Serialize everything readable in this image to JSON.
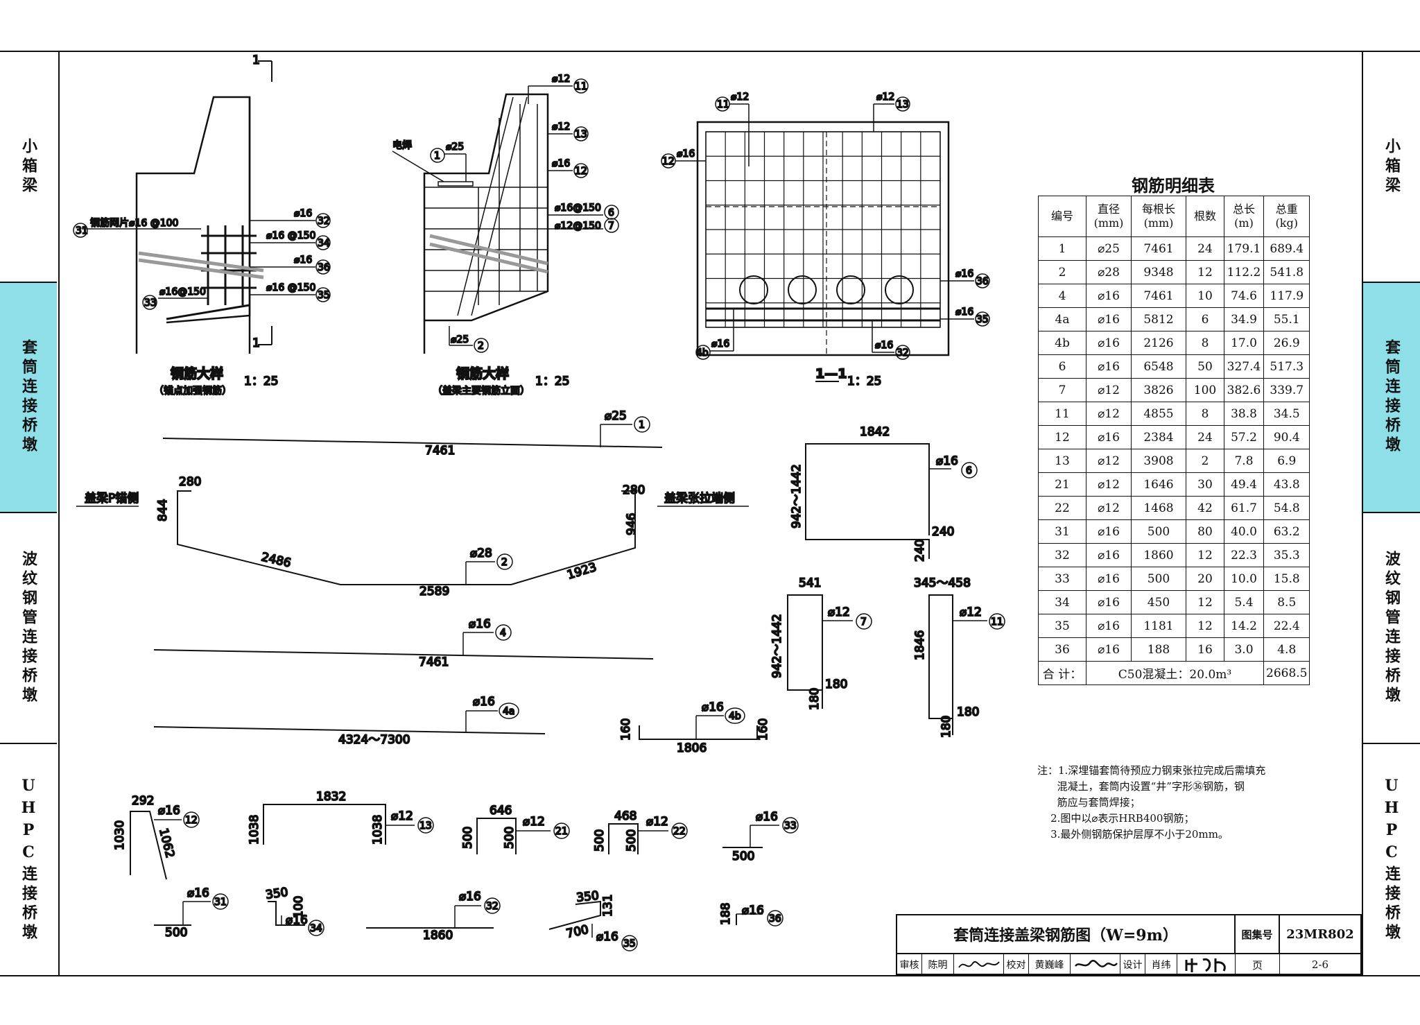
{
  "side_tabs": {
    "left": [
      {
        "label": "小箱梁",
        "active": false
      },
      {
        "label": "套筒连接桥墩",
        "active": true
      },
      {
        "label": "波纹钢管连接桥墩",
        "active": false
      },
      {
        "label": "UHPC连接桥墩",
        "active": false
      }
    ],
    "right": [
      {
        "label": "小箱梁",
        "active": false
      },
      {
        "label": "套筒连接桥墩",
        "active": true
      },
      {
        "label": "波纹钢管连接桥墩",
        "active": false
      },
      {
        "label": "UHPC连接桥墩",
        "active": false
      }
    ]
  },
  "views": {
    "detail1_title": "钢筋大样",
    "detail1_sub": "（锚点加强钢筋）",
    "detail1_scale": "1：25",
    "detail2_title": "钢筋大样",
    "detail2_sub": "（盖梁主要钢筋立面）",
    "detail2_scale": "1：25",
    "section_title": "1—1",
    "section_scale": "1：25",
    "section_mark": "1",
    "weld_label": "电焊",
    "mesh_label": "钢筋网片⌀16 @100"
  },
  "bar_labels": {
    "b25": "⌀25",
    "b28": "⌀28",
    "b16": "⌀16",
    "b12": "⌀12",
    "b16_100": "⌀16 @100",
    "b16_150": "⌀16@150",
    "b16_150b": "⌀16 @150",
    "b12_150": "⌀12@150",
    "n1": "1",
    "n2": "2",
    "n4": "4",
    "n4a": "4a",
    "n4b": "4b",
    "n6": "6",
    "n7": "7",
    "n11": "11",
    "n12": "12",
    "n13": "13",
    "n21": "21",
    "n22": "22",
    "n31": "31",
    "n32": "32",
    "n33": "33",
    "n34": "34",
    "n35": "35",
    "n36": "36"
  },
  "shape_dims": {
    "bar1_len": "7461",
    "bar2_left_top": "280",
    "bar2_left_h": "844",
    "bar2_seg1": "2486",
    "bar2_mid": "2589",
    "bar2_seg3": "1923",
    "bar2_right_top": "280",
    "bar2_right_h": "946",
    "bar2_left_side": "盖梁P锚侧",
    "bar2_right_side": "盖梁张拉端侧",
    "bar4_len": "7461",
    "bar4a_len": "4324～7300",
    "bar4b_len": "1806",
    "bar4b_l": "160",
    "bar4b_r": "160",
    "bar6_w": "1842",
    "bar6_h": "942～1442",
    "bar6_a": "240",
    "bar6_b": "240",
    "bar7_w": "541",
    "bar7_h": "942～1442",
    "bar7_a": "180",
    "bar7_b": "180",
    "bar11_w": "345～458",
    "bar11_h": "1846",
    "bar11_a": "180",
    "bar11_b": "180",
    "bar12_top": "292",
    "bar12_h": "1030",
    "bar12_diag": "1062",
    "bar13_w": "1832",
    "bar13_l": "1038",
    "bar13_r": "1038",
    "bar21_w": "646",
    "bar21_l": "500",
    "bar21_r": "500",
    "bar22_w": "468",
    "bar22_l": "500",
    "bar22_r": "500",
    "bar33_len": "500",
    "bar31_len": "500",
    "bar34_a": "350",
    "bar34_b": "100",
    "bar32_len": "1860",
    "bar35_a": "350",
    "bar35_b": "131",
    "bar35_c": "700",
    "bar36_len": "188"
  },
  "table": {
    "title": "钢筋明细表",
    "headers": [
      "编号",
      "直径\n(mm)",
      "每根长\n(mm)",
      "根数",
      "总长\n(m)",
      "总重\n(kg)"
    ],
    "rows": [
      [
        "1",
        "⌀25",
        "7461",
        "24",
        "179.1",
        "689.4"
      ],
      [
        "2",
        "⌀28",
        "9348",
        "12",
        "112.2",
        "541.8"
      ],
      [
        "4",
        "⌀16",
        "7461",
        "10",
        "74.6",
        "117.9"
      ],
      [
        "4a",
        "⌀16",
        "5812",
        "6",
        "34.9",
        "55.1"
      ],
      [
        "4b",
        "⌀16",
        "2126",
        "8",
        "17.0",
        "26.9"
      ],
      [
        "6",
        "⌀16",
        "6548",
        "50",
        "327.4",
        "517.3"
      ],
      [
        "7",
        "⌀12",
        "3826",
        "100",
        "382.6",
        "339.7"
      ],
      [
        "11",
        "⌀12",
        "4855",
        "8",
        "38.8",
        "34.5"
      ],
      [
        "12",
        "⌀16",
        "2384",
        "24",
        "57.2",
        "90.4"
      ],
      [
        "13",
        "⌀12",
        "3908",
        "2",
        "7.8",
        "6.9"
      ],
      [
        "21",
        "⌀12",
        "1646",
        "30",
        "49.4",
        "43.8"
      ],
      [
        "22",
        "⌀12",
        "1468",
        "42",
        "61.7",
        "54.8"
      ],
      [
        "31",
        "⌀16",
        "500",
        "80",
        "40.0",
        "63.2"
      ],
      [
        "32",
        "⌀16",
        "1860",
        "12",
        "22.3",
        "35.3"
      ],
      [
        "33",
        "⌀16",
        "500",
        "20",
        "10.0",
        "15.8"
      ],
      [
        "34",
        "⌀16",
        "450",
        "12",
        "5.4",
        "8.5"
      ],
      [
        "35",
        "⌀16",
        "1181",
        "12",
        "14.2",
        "22.4"
      ],
      [
        "36",
        "⌀16",
        "188",
        "16",
        "3.0",
        "4.8"
      ]
    ],
    "total_label": "合 计：",
    "total_concrete": "C50混凝土：20.0m³",
    "total_weight": "2668.5"
  },
  "notes": {
    "lines": [
      "注：1.深埋锚套筒待预应力钢束张拉完成后需填充",
      "      混凝土，套筒内设置“井”字形㊱钢筋，钢",
      "      筋应与套筒焊接；",
      "    2.图中以⌀表示HRB400钢筋；",
      "    3.最外侧钢筋保护层厚不小于20mm。"
    ]
  },
  "title_block": {
    "drawing_title": "套筒连接盖梁钢筋图（W=9m）",
    "atlas_label": "图集号",
    "atlas_no": "23MR802",
    "review_label": "审核",
    "reviewer": "陈明",
    "check_label": "校对",
    "checker": "黄巍峰",
    "design_label": "设计",
    "designer": "肖纬",
    "page_label": "页",
    "page_no": "2-6"
  }
}
